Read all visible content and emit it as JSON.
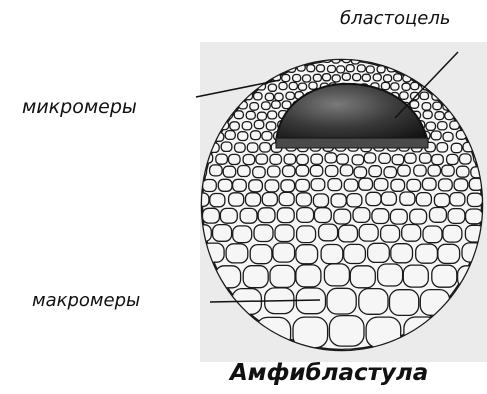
{
  "labels": {
    "blastocoel": "бластоцель",
    "micromeres": "микромеры",
    "macromeres": "макромеры"
  },
  "caption": "Амфибластула",
  "colors": {
    "background_plate": "#ebebeb",
    "cell_fill": "#f6f6f6",
    "cell_outline": "#1a1a1a",
    "blastocoel_fill": "#2a2a2a",
    "leader_line": "#111111"
  }
}
